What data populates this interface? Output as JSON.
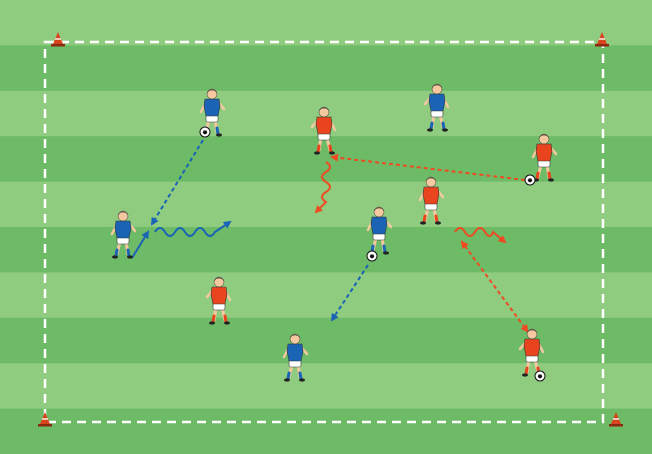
{
  "pitch": {
    "stripe_light": "#8fcc80",
    "stripe_dark": "#6dbb66",
    "line_color": "#ffffff"
  },
  "colors": {
    "team_blue": "#1a63b5",
    "team_red": "#e8451f",
    "pass_blue": "#1a63b5",
    "pass_red": "#ee4b22",
    "skin": "#f4c9a0",
    "hair_blond": "#f2d27a",
    "hair_brown": "#8a4a22",
    "shorts": "#ffffff",
    "cone": "#d9441c"
  },
  "players": [
    {
      "team": "blue",
      "role": "player-with-ball",
      "hair": "blond"
    },
    {
      "team": "blue",
      "role": "player",
      "hair": "blond"
    },
    {
      "team": "blue",
      "role": "player",
      "hair": "blond"
    },
    {
      "team": "blue",
      "role": "player-with-ball",
      "hair": "blond"
    },
    {
      "team": "blue",
      "role": "player",
      "hair": "blond"
    },
    {
      "team": "red",
      "role": "player",
      "hair": "brown"
    },
    {
      "team": "red",
      "role": "player-with-ball",
      "hair": "brown"
    },
    {
      "team": "red",
      "role": "player",
      "hair": "brown"
    },
    {
      "team": "red",
      "role": "player",
      "hair": "blond"
    },
    {
      "team": "red",
      "role": "player-with-ball",
      "hair": "blond"
    }
  ],
  "movements": [
    {
      "team": "blue",
      "type": "pass"
    },
    {
      "team": "blue",
      "type": "dribble"
    },
    {
      "team": "blue",
      "type": "pass"
    },
    {
      "team": "red",
      "type": "pass"
    },
    {
      "team": "red",
      "type": "dribble"
    },
    {
      "team": "red",
      "type": "dribble"
    },
    {
      "team": "red",
      "type": "pass"
    }
  ]
}
